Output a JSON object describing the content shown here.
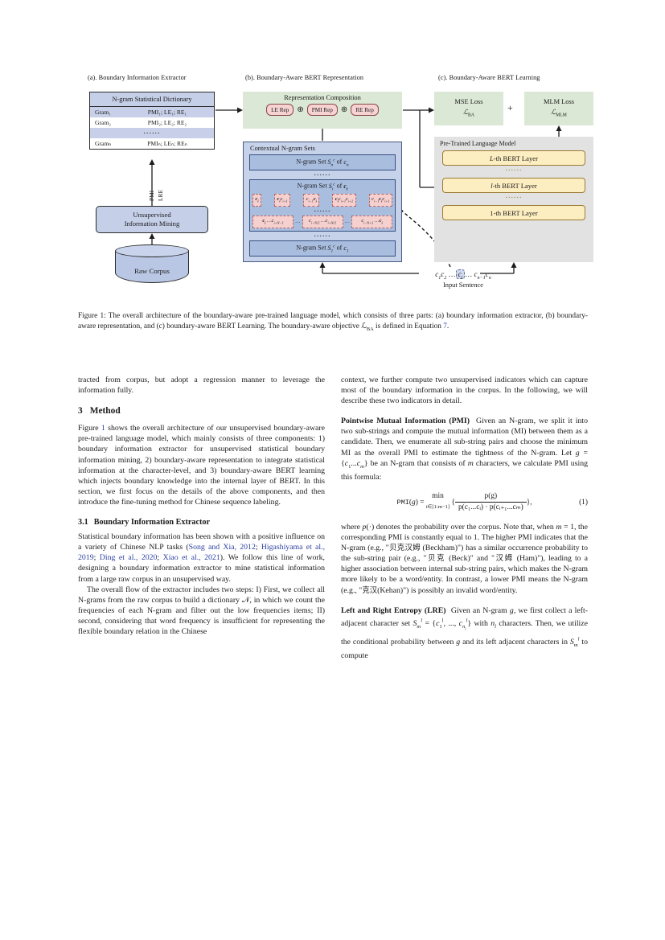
{
  "figure": {
    "panel_a_title": "(a). Boundary Information Extractor",
    "panel_b_title": "(b). Boundary-Aware BERT Representation",
    "panel_c_title": "(c). Boundary-Aware BERT Learning",
    "dictionary": {
      "header": "N-gram Statistical Dictionary",
      "rows": [
        {
          "gram": "Gram₁",
          "values": "PMI₁; LE₁; RE₁"
        },
        {
          "gram": "Gram₂",
          "values": "PMI₂; LE₂; RE₂"
        },
        {
          "gram": "",
          "values": "······"
        },
        {
          "gram": "Gramₙ",
          "values": "PMIₙ; LEₙ; REₙ"
        }
      ]
    },
    "edge_labels": {
      "pmi": "PMI",
      "lre": "LRE"
    },
    "mining_box": {
      "line1": "Unsupervised",
      "line2": "Information Mining"
    },
    "corpus_label": "Raw Corpus",
    "representation_composition": {
      "title": "Representation Composition",
      "pills": [
        "LE Rep",
        "PMI Rep",
        "RE Rep"
      ],
      "operator": "⊕"
    },
    "contextual_sets": {
      "title": "Contextual N-gram Sets",
      "set_cn": "N-gram Set Sⁿᶜ of cₙ",
      "set_ci": "N-gram Set Sᵢᶜ of cᵢ",
      "set_c1": "N-gram Set S₁ᶜ of c₁",
      "dots": "······",
      "grams_row1": [
        "cᵢ",
        "cᵢcᵢ₊₁",
        "cᵢ₋₁cᵢ",
        "cᵢcᵢ₊₁cᵢ₊₂",
        "cᵢ₋₁cᵢcᵢ₊₁"
      ],
      "grams_row2": [
        "cᵢ …cᵢ₊ₙ₋₁",
        "cᵢ₋ₙᐟ₂ …cᵢ₊ₙᐟ₂",
        "cᵢ₋ₙ₊₁ …cᵢ"
      ],
      "row_separator": "…"
    },
    "losses": {
      "mse_name": "MSE Loss",
      "mse_symbol": "ℒʙᴀ",
      "plus": "+",
      "mlm_name": "MLM Loss",
      "mlm_symbol": "ℒᴍʟᴍ"
    },
    "plm": {
      "title": "Pre-Trained Language Model",
      "layers": [
        "L-th BERT Layer",
        "l-th BERT Layer",
        "1-th BERT Layer"
      ],
      "dots": "······"
    },
    "input_sentence": {
      "prefix": "c₁c₂ …",
      "focus": "cᵢ",
      "suffix": "… cₙ₋₁cₙ",
      "caption": "Input Sentence"
    }
  },
  "caption": {
    "label": "Figure 1:",
    "text_before_ref": " The overall architecture of the boundary-aware pre-trained language model, which consists of three parts: (a) boundary information extractor, (b) boundary-aware representation, and (c) boundary-aware BERT Learning. The boundary-aware objective ℒBA is defined in Equation ",
    "equation_ref": "7",
    "text_after_ref": "."
  },
  "left_column": {
    "continuation_paragraph": "tracted from corpus, but adopt a regression manner to leverage the information fully.",
    "section": {
      "number": "3",
      "title": "Method"
    },
    "method_paragraph_pre": "Figure ",
    "method_figure_ref": "1",
    "method_paragraph_post": " shows the overall architecture of our unsupervised boundary-aware pre-trained language model, which mainly consists of three components: 1) boundary information extractor for unsupervised statistical boundary information mining, 2) boundary-aware representation to integrate statistical information at the character-level, and 3) boundary-aware BERT learning which injects boundary knowledge into the internal layer of BERT. In this section, we first focus on the details of the above components, and then introduce the fine-tuning method for Chinese sequence labeling.",
    "subsection": {
      "number": "3.1",
      "title": "Boundary Information Extractor"
    },
    "extractor_p1_a": "Statistical boundary information has been shown with a positive influence on a variety of Chinese NLP tasks (",
    "extractor_citations": [
      "Song and Xia, 2012",
      "Higashiyama et al., 2019",
      "Ding et al., 2020",
      "Xiao et al., 2021"
    ],
    "extractor_p1_b": "). We follow this line of work, designing a boundary information extractor to mine statistical information from a large raw corpus in an unsupervised way.",
    "extractor_p2": "The overall flow of the extractor includes two steps: I) First, we collect all N-grams from the raw corpus to build a dictionary 𝒩, in which we count the frequencies of each N-gram and filter out the low frequencies items; II) second, considering that word frequency is insufficient for representing the flexible boundary relation in the Chinese"
  },
  "right_column": {
    "continuation_paragraph": "context, we further compute two unsupervised indicators which can capture most of the boundary information in the corpus. In the following, we will describe these two indicators in detail.",
    "pmi_heading": "Pointwise Mutual Information (PMI)",
    "pmi_paragraph": " Given an N-gram, we split it into two sub-strings and compute the mutual information (MI) between them as a candidate. Then, we enumerate all sub-string pairs and choose the minimum MI as the overall PMI to estimate the tightness of the N-gram. Let g = {c₁...cₘ} be an N-gram that consists of m characters, we calculate PMI using this formula:",
    "equation_1": {
      "lhs": "PMI(g)  =",
      "min_op": "min",
      "min_range": "i∈[1:m−1]",
      "numerator": "p(g)",
      "denominator": "p(c₁...cᵢ) · p(cᵢ₊₁...cₘ)",
      "number": "(1)"
    },
    "after_equation": "where p(·) denotes the probability over the corpus. Note that, when m = 1, the corresponding PMI is constantly equal to 1. The higher PMI indicates that the N-gram (e.g., \"贝克汉姆 (Beckham)\") has a similar occurrence probability to the sub-string pair (e.g., \"贝克 (Beck)\" and \"汉姆 (Ham)\"), leading to a higher association between internal sub-string pairs, which makes the N-gram more likely to be a word/entity. In contrast, a lower PMI means the N-gram (e.g., \"克汉(Kehan)\") is possibly an invalid word/entity.",
    "lre_heading": "Left and Right Entropy (LRE)",
    "lre_paragraph": " Given an N-gram g, we first collect a left-adjacent character set Sₘˡ = {c₁ˡ, ..., cₙₗˡ} with nₗ characters. Then, we utilize the conditional probability between g and its left adjacent characters in Sₘˡ to compute"
  },
  "colors": {
    "blue_fill": "#c5cfe8",
    "blue_dark": "#a9bddf",
    "green_fill": "#dbe8d5",
    "pink_fill": "#f6cfcf",
    "yellow_fill": "#fdeec2",
    "gray_fill": "#e2e2e2",
    "link": "#2b3fa0"
  }
}
